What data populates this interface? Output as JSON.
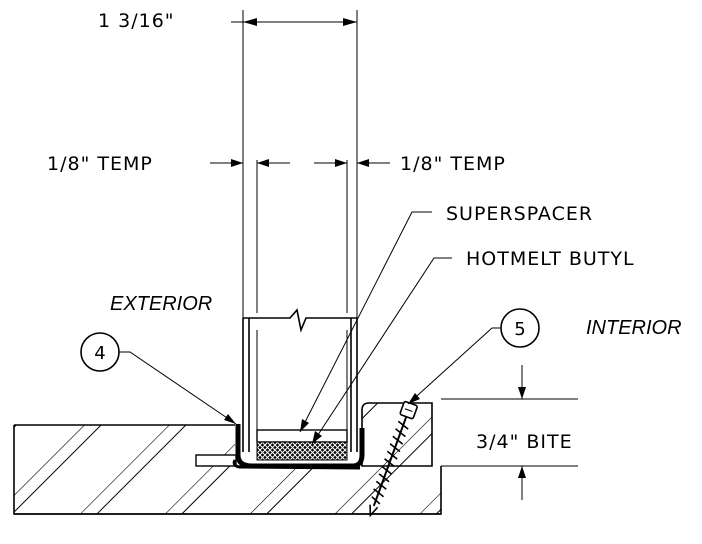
{
  "labels": {
    "overall_width": "1 3/16\"",
    "temp_left": "1/8\" TEMP",
    "temp_right": "1/8\" TEMP",
    "superspacer": "SUPERSPACER",
    "hotmelt": "HOTMELT BUTYL",
    "exterior": "EXTERIOR",
    "interior": "INTERIOR",
    "bite": "3/4\" BITE"
  },
  "callouts": {
    "left": "4",
    "right": "5"
  }
}
